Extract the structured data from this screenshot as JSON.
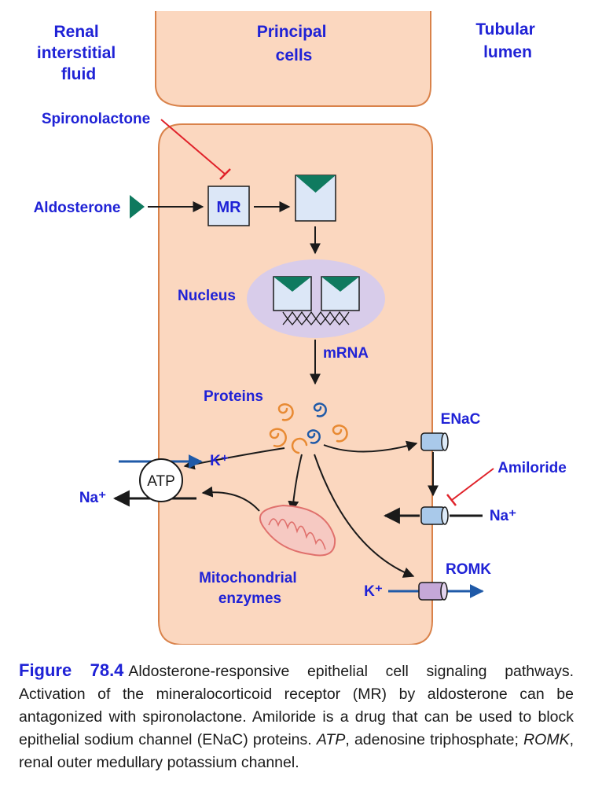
{
  "labels": {
    "renal_line1": "Renal",
    "renal_line2": "interstitial",
    "renal_line3": "fluid",
    "principal_line1": "Principal",
    "principal_line2": "cells",
    "tubular_line1": "Tubular",
    "tubular_line2": "lumen",
    "spironolactone": "Spironolactone",
    "aldosterone": "Aldosterone",
    "mr": "MR",
    "nucleus": "Nucleus",
    "mrna": "mRNA",
    "proteins": "Proteins",
    "atp": "ATP",
    "k_plus_left": "K⁺",
    "na_plus_left": "Na⁺",
    "mitochondrial_line1": "Mitochondrial",
    "mitochondrial_line2": "enzymes",
    "enac": "ENaC",
    "amiloride": "Amiloride",
    "na_plus_right": "Na⁺",
    "romk": "ROMK",
    "k_plus_right": "K⁺"
  },
  "caption": {
    "figure_number": "Figure 78.4",
    "part1": "Aldosterone-responsive epithelial cell signaling pathways. Activation of the mineralocorticoid receptor (MR) by aldosterone can be antagonized with spironolactone. Amiloride is a drug that can be used to block epithelial sodium channel (ENaC) proteins. ",
    "atp_abbr": "ATP",
    "part2": ", adenosine triphosphate; ",
    "romk_abbr": "ROMK",
    "part3": ", renal outer medullary potassium channel."
  },
  "colors": {
    "cell_fill": "#fbd7bf",
    "cell_stroke": "#d9824a",
    "label_blue": "#1f22d6",
    "receptor_fill": "#dce7f7",
    "receptor_cap": "#0f7a5f",
    "nucleus_fill": "#d8ccea",
    "inhibitor_red": "#e0222a",
    "k_flux_blue": "#1f5aa8",
    "enac_fill": "#a9c9ea",
    "romk_fill": "#c5a8d8",
    "mito_red": "#e0706c"
  }
}
